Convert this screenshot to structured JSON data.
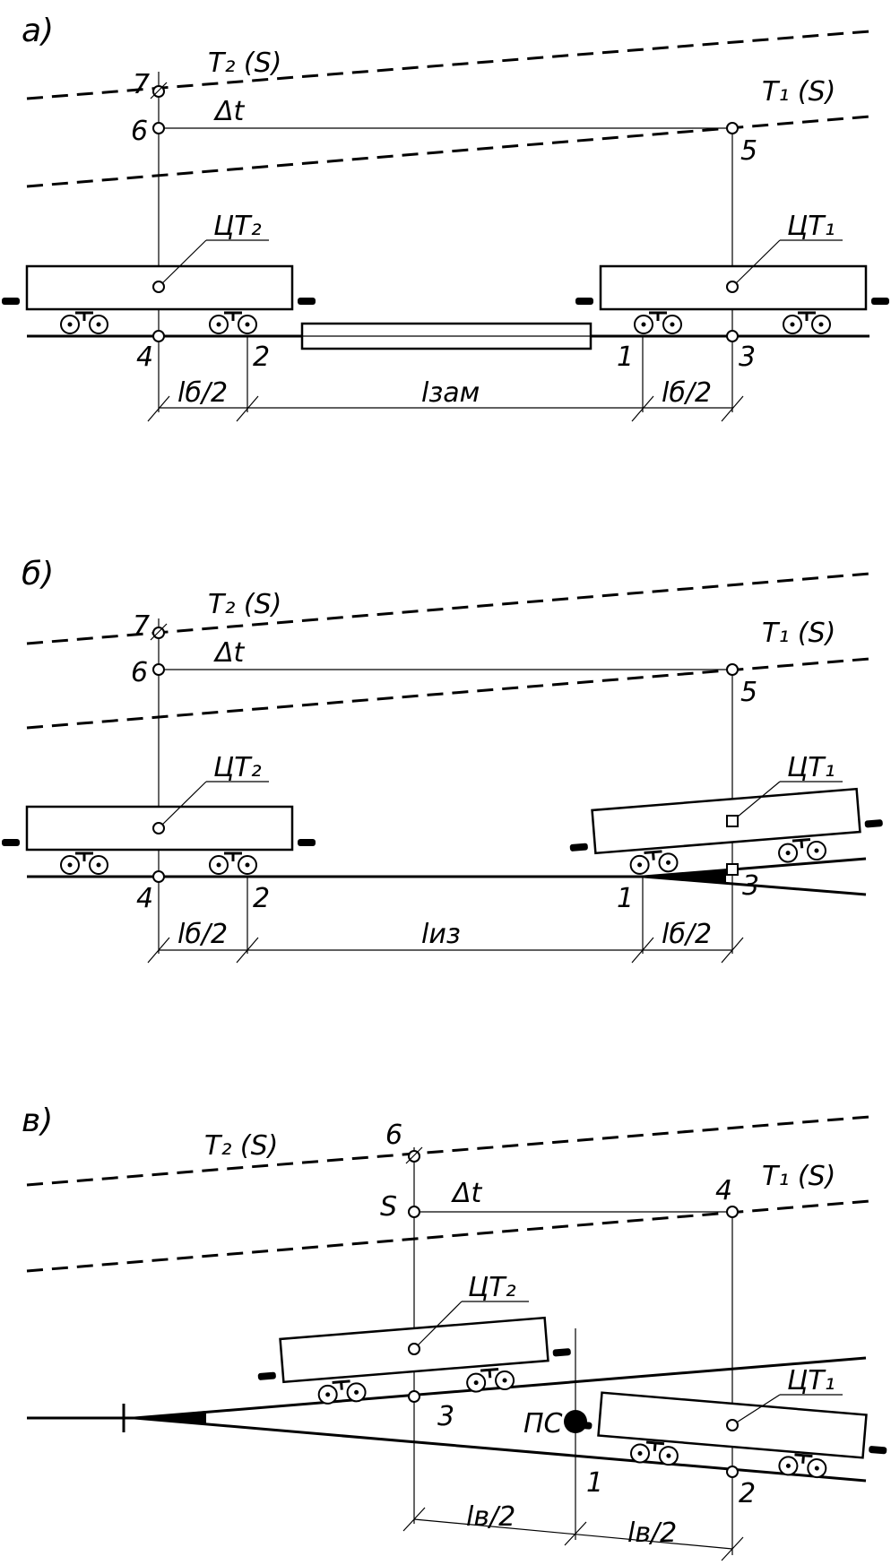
{
  "panels": {
    "a": {
      "label": "а)",
      "curve_t2": "T₂ (S)",
      "curve_t1": "T₁ (S)",
      "delta_t": "Δt",
      "ct2": "ЦТ₂",
      "ct1": "ЦТ₁",
      "points": [
        "7",
        "6",
        "5",
        "4",
        "2",
        "1",
        "3"
      ],
      "dims": [
        "lб/2",
        "lзам",
        "lб/2"
      ]
    },
    "b": {
      "label": "б)",
      "curve_t2": "T₂ (S)",
      "curve_t1": "T₁ (S)",
      "delta_t": "Δt",
      "ct2": "ЦТ₂",
      "ct1": "ЦТ₁",
      "points": [
        "7",
        "6",
        "5",
        "4",
        "2",
        "1",
        "3"
      ],
      "dims": [
        "lб/2",
        "lиз",
        "lб/2"
      ]
    },
    "c": {
      "label": "в)",
      "curve_t2": "T₂ (S)",
      "curve_t1": "T₁ (S)",
      "delta_t": "Δt",
      "ct2": "ЦТ₂",
      "ct1": "ЦТ₁",
      "pc": "ПС",
      "points": [
        "6",
        "S",
        "4",
        "3",
        "1",
        "2"
      ],
      "dims": [
        "lв/2",
        "lв/2"
      ]
    }
  }
}
